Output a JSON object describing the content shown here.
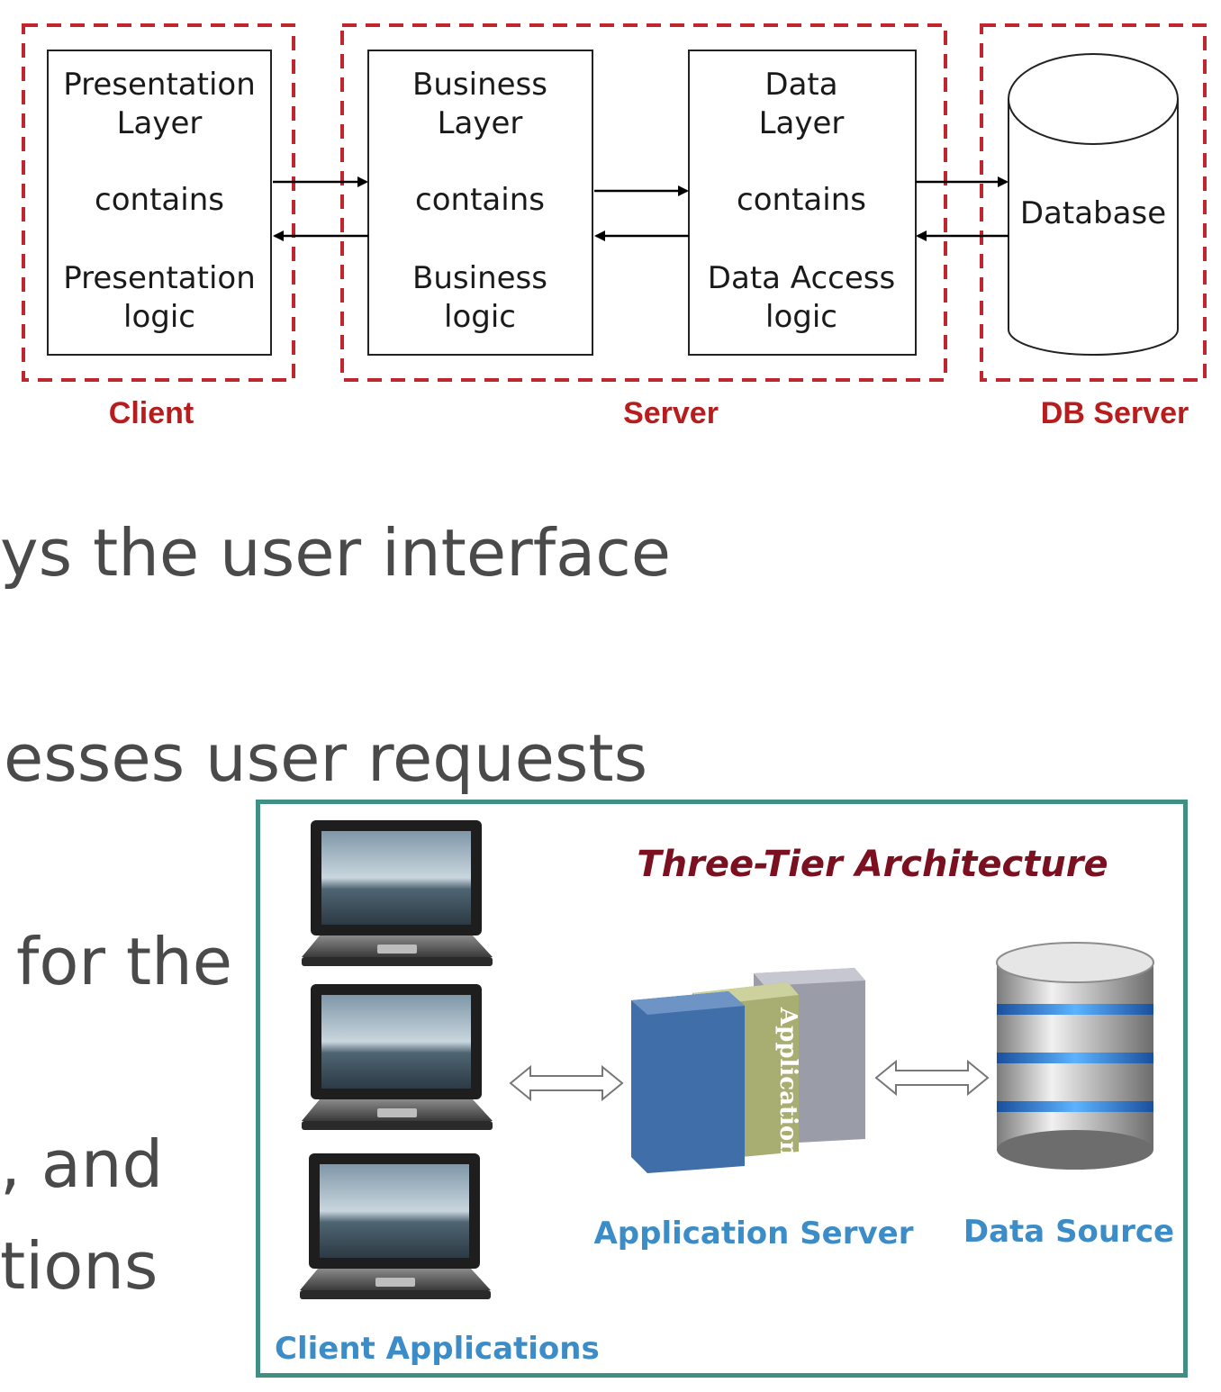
{
  "layers_diagram": {
    "boxes": [
      {
        "title_line1": "Presentation",
        "title_line2": "Layer",
        "middle": "contains",
        "detail_line1": "Presentation",
        "detail_line2": "logic"
      },
      {
        "title_line1": "Business",
        "title_line2": "Layer",
        "middle": "contains",
        "detail_line1": "Business",
        "detail_line2": "logic"
      },
      {
        "title_line1": "Data",
        "title_line2": "Layer",
        "middle": "contains",
        "detail_line1": "Data Access",
        "detail_line2": "logic"
      }
    ],
    "database_label": "Database",
    "regions": {
      "client": "Client",
      "server": "Server",
      "db_server": "DB Server"
    },
    "colors": {
      "region_border": "#c0262d",
      "region_label": "#b91c1c"
    }
  },
  "bullet_fragments": [
    "ys the user interface",
    "esses user requests",
    "for the",
    ", and",
    "tions"
  ],
  "three_tier_panel": {
    "title": "Three-Tier Architecture",
    "application_box_text": "Application",
    "labels": {
      "application_server": "Application Server",
      "data_source": "Data Source",
      "client_applications": "Client Applications"
    },
    "colors": {
      "border": "#3f8f84",
      "title": "#7a1020",
      "labels": "#3c8dc7"
    }
  }
}
